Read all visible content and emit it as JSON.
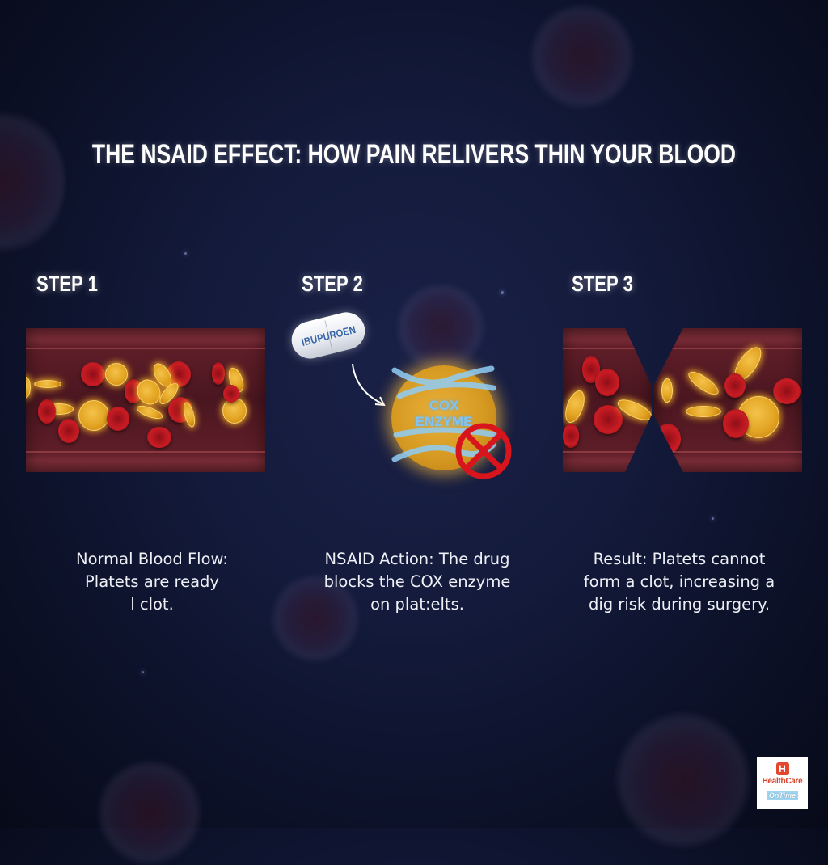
{
  "title": "THE NSAID EFFECT: HOW PAIN RELIVERS THIN YOUR BLOOD",
  "steps": [
    {
      "label": "STEP 1",
      "illustration": "normal-blood-vessel",
      "description": [
        "Normal Blood Flow:",
        "Platets are ready",
        "l clot."
      ]
    },
    {
      "label": "STEP 2",
      "illustration": "pill-blocks-cox-enzyme",
      "pill_label": "IBUPUROEN",
      "enzyme_label": [
        "COX",
        "ENZYME"
      ],
      "description": [
        "NSAID Action: The drug",
        "blocks the COX enzyme",
        "on plat:elts."
      ]
    },
    {
      "label": "STEP 3",
      "illustration": "broken-blood-vessel",
      "description": [
        "Result: Platets cannot",
        "form a clot, increasing a",
        "dig risk during surgery."
      ]
    }
  ],
  "logo": {
    "icon": "H",
    "name": "HealthCare",
    "sub": "OnTime"
  },
  "colors": {
    "background": "#0f1530",
    "blood_cell": "#c81c24",
    "platelet": "#e3a524",
    "block_symbol": "#d8141c",
    "enzyme_text": "#7fc4f4",
    "logo_red": "#d9412a"
  }
}
